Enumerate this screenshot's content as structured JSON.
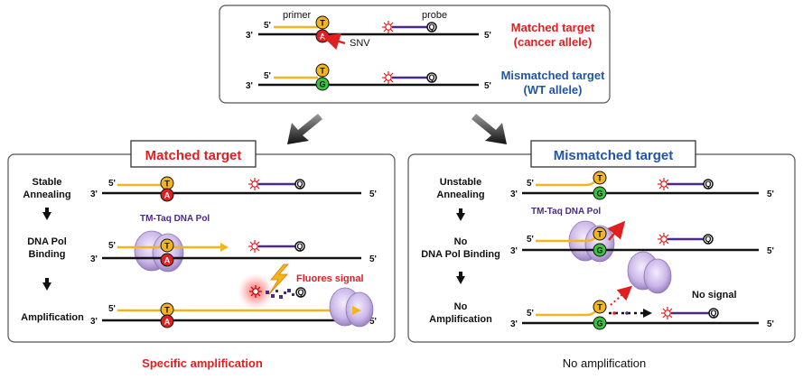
{
  "top": {
    "primer_label": "primer",
    "probe_label": "probe",
    "snv_label": "SNV",
    "matched_title": "Matched target",
    "matched_sub": "(cancer allele)",
    "mismatched_title": "Mismatched target",
    "mismatched_sub": "(WT allele)"
  },
  "ends": {
    "five": "5'",
    "three": "3'"
  },
  "nucleotides": {
    "primer_base": "T",
    "match_base": "A",
    "mismatch_base": "G",
    "quencher": "Q"
  },
  "left": {
    "title": "Matched target",
    "steps": [
      "Stable",
      "Annealing",
      "DNA Pol",
      "Binding",
      "Amplification"
    ],
    "polymerase_label": "TM-Taq DNA Pol",
    "signal_label": "Fluores signal",
    "result": "Specific amplification"
  },
  "right": {
    "title": "Mismatched target",
    "steps": [
      "Unstable",
      "Annealing",
      "No",
      "DNA Pol Binding",
      "No",
      "Amplification"
    ],
    "polymerase_label": "TM-Taq DNA Pol",
    "signal_label": "No signal",
    "result": "No amplification"
  },
  "colors": {
    "match_red": "#e02020",
    "mismatch_blue": "#1f56a8",
    "primer_gold": "#f2b51c",
    "probe_purple": "#4a2a86",
    "mismatch_green": "#3cc241",
    "polymerase_lavender": "#c9b4e6"
  }
}
